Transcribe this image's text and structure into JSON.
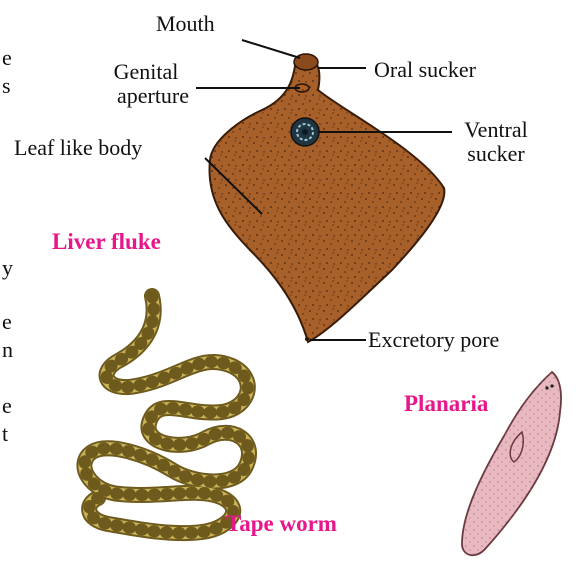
{
  "labels": {
    "mouth": "Mouth",
    "genital_aperture": [
      "Genital",
      "aperture"
    ],
    "oral_sucker": "Oral sucker",
    "ventral_sucker": [
      "Ventral",
      "sucker"
    ],
    "leaf_like_body": "Leaf like body",
    "excretory_pore": "Excretory pore"
  },
  "organism_titles": {
    "liver_fluke": "Liver fluke",
    "planaria": "Planaria",
    "tape_worm": "Tape worm"
  },
  "left_text_fragments": [
    "e",
    "s",
    "y",
    "e",
    "n",
    "e",
    "t"
  ],
  "colors": {
    "title_pink": "#e6178a",
    "fluke_body": "#a8602a",
    "tapeworm": "#c9b45a",
    "planaria": "#e8b9c0"
  }
}
